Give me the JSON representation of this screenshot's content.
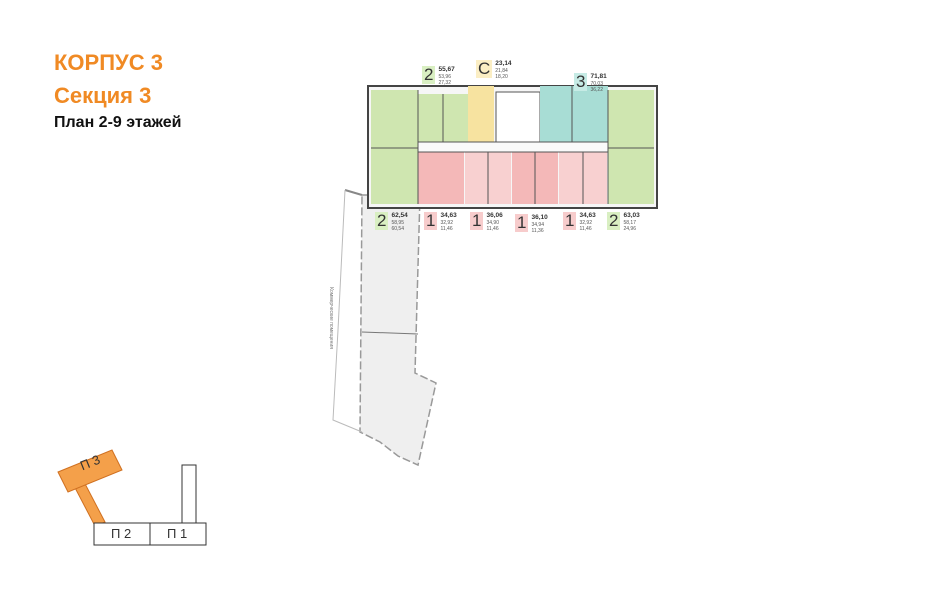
{
  "header": {
    "building": "КОРПУС 3",
    "section": "Секция 3",
    "plan": "План 2-9 этажей"
  },
  "colors": {
    "accent": "#f08a24",
    "two_room": "#cfe6b0",
    "one_room": "#f4b8b8",
    "three_room": "#a8ddd5",
    "studio": "#f7e3a0"
  },
  "apartments": [
    {
      "rooms": "2",
      "total": "55,67",
      "living": "53,96",
      "extra": "27,32",
      "color": "#d9efc2"
    },
    {
      "rooms": "С",
      "total": "23,14",
      "living": "21,84",
      "extra": "18,20",
      "color": "#fbeec4"
    },
    {
      "rooms": "3",
      "total": "71,81",
      "living": "70,03",
      "extra": "36,22",
      "color": "#c6ebe5"
    },
    {
      "rooms": "2",
      "total": "62,54",
      "living": "58,95",
      "extra": "60,54",
      "color": "#d9efc2"
    },
    {
      "rooms": "1",
      "total": "34,63",
      "living": "32,92",
      "extra": "11,46",
      "color": "#f7cccc"
    },
    {
      "rooms": "1",
      "total": "36,06",
      "living": "34,90",
      "extra": "11,46",
      "color": "#f7cccc"
    },
    {
      "rooms": "1",
      "total": "36,10",
      "living": "34,94",
      "extra": "11,36",
      "color": "#f7cccc"
    },
    {
      "rooms": "1",
      "total": "34,63",
      "living": "32,92",
      "extra": "11,46",
      "color": "#f7cccc"
    },
    {
      "rooms": "2",
      "total": "63,03",
      "living": "58,17",
      "extra": "24,96",
      "color": "#d9efc2"
    }
  ],
  "commercial_label": "Коммерческие помещения",
  "key_map": {
    "sections": [
      "П 3",
      "П 2",
      "П 1"
    ],
    "active": "П 3"
  }
}
